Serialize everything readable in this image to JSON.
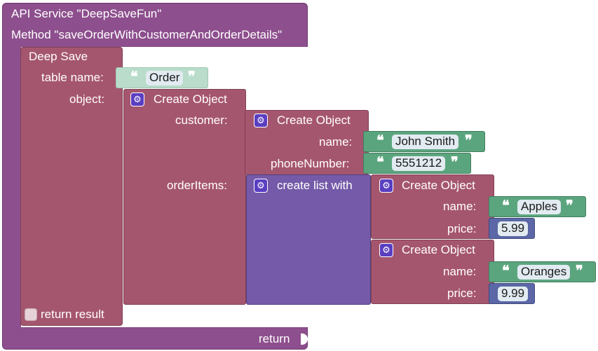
{
  "api": {
    "title": "API Service \"DeepSaveFun\"",
    "method": "Method \"saveOrderWithCustomerAndOrderDetails\"",
    "return_label": "return"
  },
  "deep_save": {
    "title": "Deep Save",
    "table_name_label": "table name:",
    "table_name_value": "Order",
    "object_label": "object:",
    "return_result_label": "return result"
  },
  "order_object": {
    "title": "Create Object",
    "customer_label": "customer:",
    "order_items_label": "orderItems:"
  },
  "customer_object": {
    "title": "Create Object",
    "name_label": "name:",
    "name_value": "John Smith",
    "phone_label": "phoneNumber:",
    "phone_value": "5551212"
  },
  "list_block": {
    "title": "create list with"
  },
  "items": [
    {
      "title": "Create Object",
      "name_label": "name:",
      "name_value": "Apples",
      "price_label": "price:",
      "price_value": "5.99"
    },
    {
      "title": "Create Object",
      "name_label": "name:",
      "name_value": "Oranges",
      "price_label": "price:",
      "price_value": "9.99"
    }
  ],
  "glyphs": {
    "open_quote": "❝",
    "close_quote": "❞",
    "gear": "⚙"
  },
  "colors": {
    "api": "#8d4f8d",
    "object_block": "#a5566f",
    "list_block": "#745aa8",
    "text_block": "#5ba57e",
    "number_block": "#5b67a6"
  }
}
